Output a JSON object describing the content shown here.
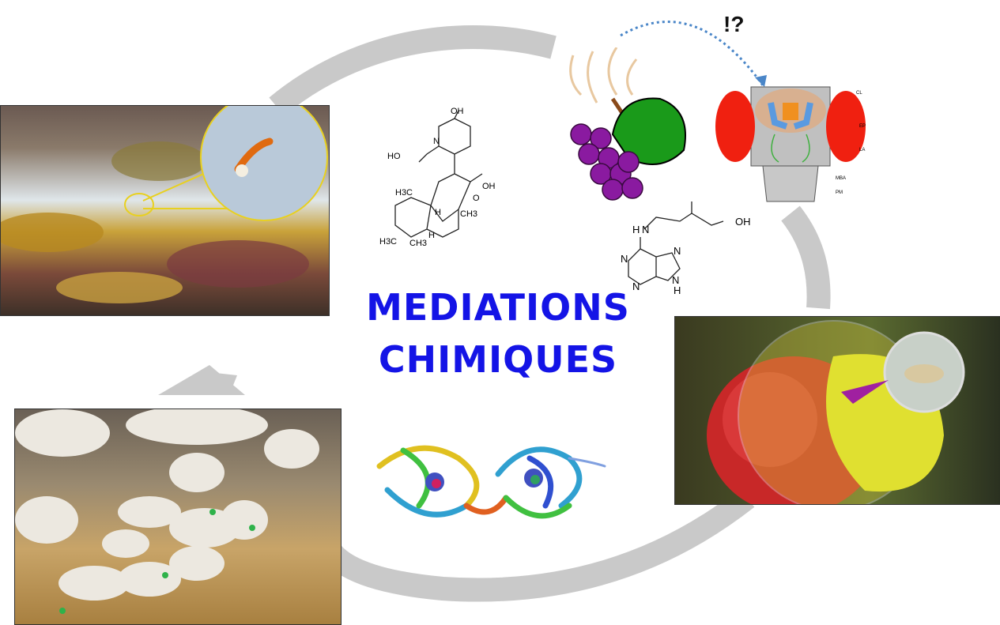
{
  "title": {
    "line1": "MEDIATIONS",
    "line2": "CHIMIQUES"
  },
  "annotation": {
    "question": "!?"
  },
  "fly_head_labels": [
    "CL",
    "EP",
    "LA",
    "MBA",
    "PM"
  ],
  "molecule_1_labels": {
    "oh_top": "OH",
    "n": "N",
    "ho_left": "HO",
    "oh_right": "OH",
    "o_ring": "O",
    "h3c_top": "H3C",
    "h_mid": "H",
    "ch3_right": "CH3",
    "h_low": "H",
    "h3c_bottom": "H3C",
    "ch3_bottom": "CH3"
  },
  "molecule_2_labels": {
    "hn": "H N",
    "oh": "OH",
    "n1": "N",
    "n3": "N",
    "n7": "N",
    "n9": "N",
    "h9": "H"
  },
  "colors": {
    "title": "#1414e6",
    "ring": "#c9c9c9",
    "dotted_arrow": "#4a86c8"
  }
}
